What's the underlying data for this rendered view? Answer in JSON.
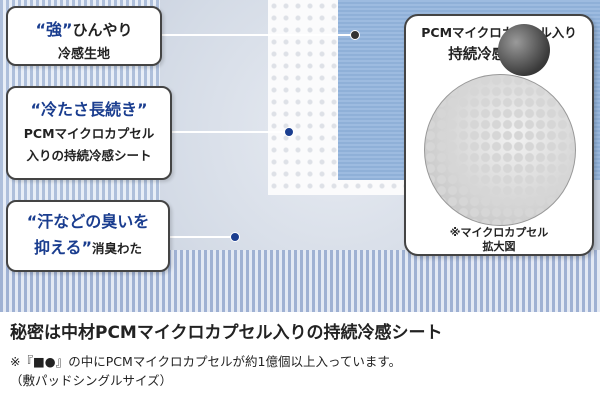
{
  "callouts": {
    "cool": {
      "em": "“強”",
      "rest": "ひんやり",
      "line2": "冷感生地"
    },
    "long": {
      "em": "“冷たさ長続き”",
      "line2": "PCMマイクロカプセル",
      "line3": "入りの持続冷感シート"
    },
    "odor": {
      "em_line1": "“汗などの臭いを",
      "em_line2": "抑える”",
      "small": "消臭わた"
    }
  },
  "zoom": {
    "title_line1": "PCMマイクロカプセル入り",
    "title_line2": "持続冷感シート",
    "caption_line1": "※マイクロカプセル",
    "caption_line2": "拡大図"
  },
  "headline": "秘密は中材PCMマイクロカプセル入りの持続冷感シート",
  "note_line1": "※『■●』の中にPCMマイクロカプセルが約1億個以上入っています。",
  "note_line2": "（敷パッドシングルサイズ）",
  "colors": {
    "accent": "#1a3d8f",
    "text": "#222222"
  }
}
